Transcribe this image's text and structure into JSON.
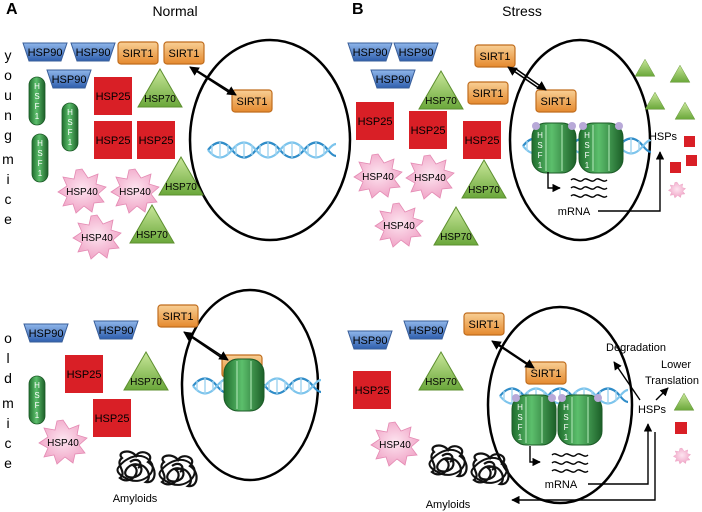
{
  "panels": [
    {
      "letter": "A",
      "title": "Normal"
    },
    {
      "letter": "B",
      "title": "Stress"
    }
  ],
  "row_labels": {
    "young": [
      "y",
      "o",
      "u",
      "n",
      "g"
    ],
    "mice": [
      "m",
      "i",
      "c",
      "e"
    ],
    "old": [
      "o",
      "l",
      "d"
    ]
  },
  "labels": {
    "hsp90": "HSP90",
    "sirt1": "SIRT1",
    "hsp25": "HSP25",
    "hsp70": "HSP70",
    "hsp40": "HSP40",
    "hsf_letters": [
      "H",
      "S",
      "F",
      "1"
    ],
    "mrna": "mRNA",
    "hsps": "HSPs",
    "amyloids": "Amyloids",
    "degradation": "Degradation",
    "lower": "Lower",
    "translation": "Translation"
  },
  "colors": {
    "hsp90": "#4a7fc8",
    "sirt1": "#f0a24a",
    "hsp25": "#d91f26",
    "hsp70": "#8cc04b",
    "hsp40": "#f3b3cf",
    "hsf": "#2e8b3e",
    "dna": "#5aa9d6",
    "amyloid": "#111111"
  }
}
